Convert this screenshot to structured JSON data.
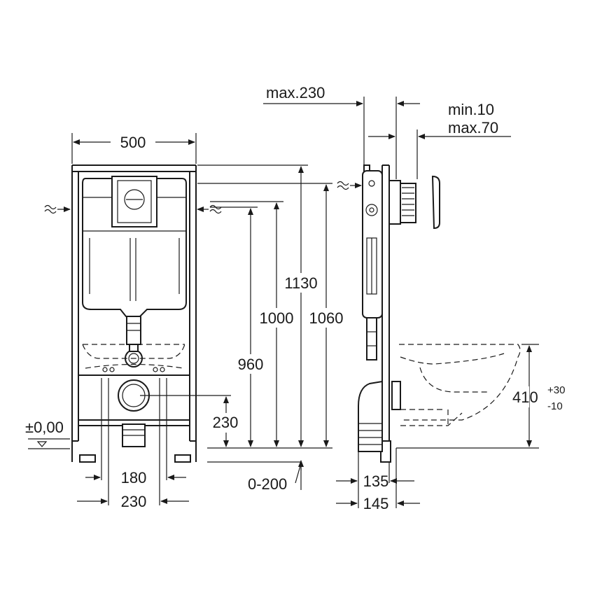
{
  "front_view": {
    "width_label": "500",
    "height_1130": "1130",
    "height_1000": "1000",
    "height_1060": "1060",
    "height_960": "960",
    "height_230": "230",
    "level_label": "±0,00",
    "spacing_180": "180",
    "spacing_230": "230",
    "adjust_0_200": "0-200"
  },
  "side_view": {
    "max_230": "max.230",
    "min_10": "min.10",
    "max_70": "max.70",
    "depth_135": "135",
    "depth_145": "145",
    "height_410": "410",
    "tol_plus": "+30",
    "tol_minus": "-10"
  }
}
